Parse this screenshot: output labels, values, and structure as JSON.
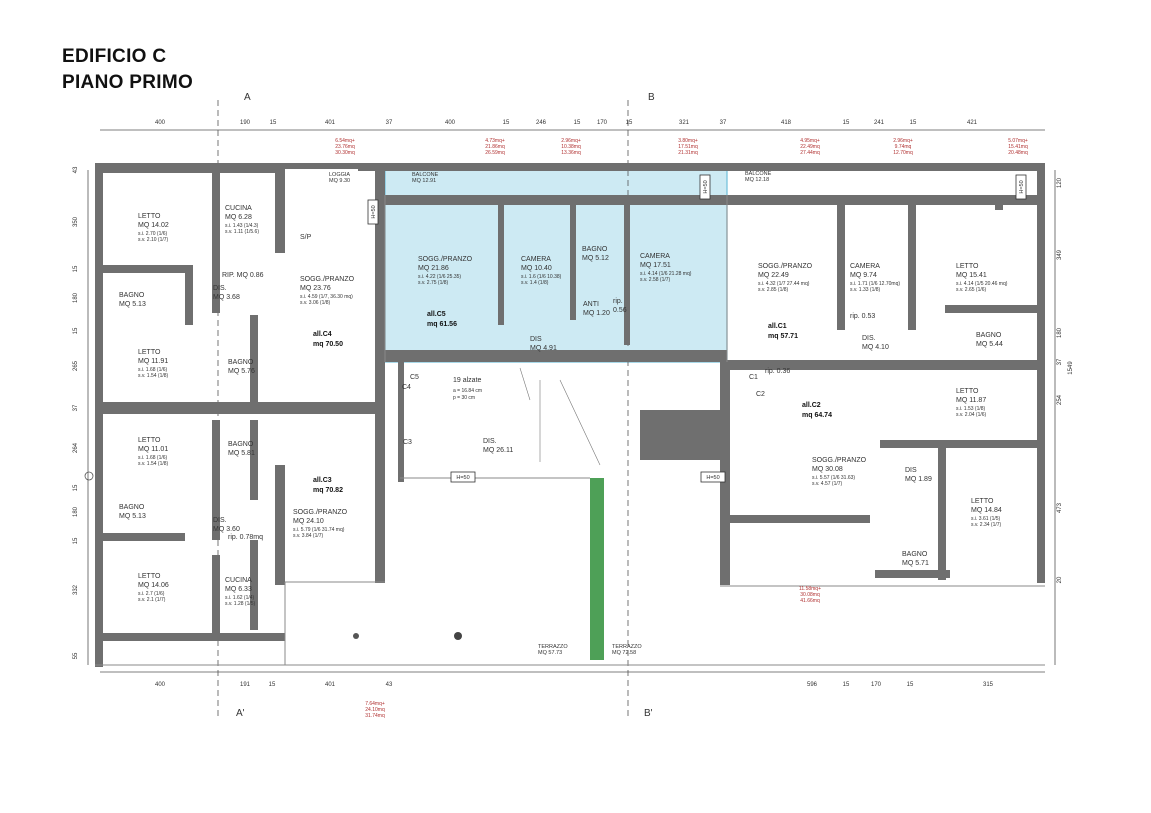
{
  "header": {
    "title_line1": "EDIFICIO C",
    "title_line2": "PIANO PRIMO"
  },
  "section_markers": {
    "a_top": "A",
    "b_top": "B",
    "a_bottom": "A'",
    "b_bottom": "B'"
  },
  "dims_top": [
    "400",
    "190",
    "15",
    "401",
    "37",
    "400",
    "15",
    "246",
    "15",
    "170",
    "15",
    "321",
    "37",
    "418",
    "15",
    "241",
    "15",
    "421"
  ],
  "dims_bottom": [
    "400",
    "191",
    "15",
    "401",
    "43",
    "596",
    "15",
    "170",
    "15",
    "315"
  ],
  "dims_left": [
    "43",
    "350",
    "15",
    "180",
    "15",
    "265",
    "37",
    "264",
    "15",
    "180",
    "15",
    "332",
    "55"
  ],
  "dims_right": [
    "120",
    "349",
    "180",
    "37",
    "254",
    "473",
    "20",
    "1549"
  ],
  "rooms": [
    {
      "name": "LETTO",
      "area": "MQ 14.02",
      "notes": [
        "s.i. 2.70 (1/6)",
        "s.v. 2.10 (1/7)"
      ]
    },
    {
      "name": "CUCINA",
      "area": "MQ 6.28",
      "notes": [
        "s.i. 1.43 (1/4.3)",
        "s.v. 1.11 (1/5.6)"
      ]
    },
    {
      "name": "BAGNO",
      "area": "MQ 5.13",
      "notes": []
    },
    {
      "name": "DIS.",
      "area": "MQ 3.68",
      "notes": []
    },
    {
      "name": "RIP. MQ 0.86",
      "area": "",
      "notes": []
    },
    {
      "name": "S/P",
      "area": "",
      "notes": []
    },
    {
      "name": "SOGG./PRANZO",
      "area": "MQ 23.76",
      "notes": [
        "s.i. 4.59 (1/7,  36.30 mq)",
        "s.v. 3.06 (1/8)"
      ]
    },
    {
      "name": "LETTO",
      "area": "MQ 11.91",
      "notes": [
        "s.i. 1.68 (1/6)",
        "s.v. 1.54 (1/8)"
      ]
    },
    {
      "name": "BAGNO",
      "area": "MQ 5.76",
      "notes": []
    },
    {
      "name": "LETTO",
      "area": "MQ 11.01",
      "notes": [
        "s.i. 1.68 (1/6)",
        "s.v. 1.54 (1/8)"
      ]
    },
    {
      "name": "BAGNO",
      "area": "MQ 5.81",
      "notes": []
    },
    {
      "name": "BAGNO",
      "area": "MQ 5.13",
      "notes": []
    },
    {
      "name": "DIS.",
      "area": "MQ 3.60",
      "notes": []
    },
    {
      "name": "rip. 0.78mq",
      "area": "",
      "notes": []
    },
    {
      "name": "SOGG./PRANZO",
      "area": "MQ 24.10",
      "notes": [
        "s.i. 5.79 (1/6  31.74 mq)",
        "s.v. 3.84 (1/7)"
      ]
    },
    {
      "name": "LETTO",
      "area": "MQ 14.06",
      "notes": [
        "s.i. 2.7 (1/6)",
        "s.v. 2.1 (1/7)"
      ]
    },
    {
      "name": "CUCINA",
      "area": "MQ 6.33",
      "notes": [
        "s.i. 1.62 (1/4)",
        "s.v. 1.28 (1/5)"
      ]
    },
    {
      "name": "SOGG./PRANZO",
      "area": "MQ 21.86",
      "notes": [
        "s.i. 4.22 (1/6  25.35)",
        "s.v. 2.75 (1/8)"
      ]
    },
    {
      "name": "CAMERA",
      "area": "MQ 10.40",
      "notes": [
        "s.i. 1.6 (1/6  10.38)",
        "s.v. 1.4 (1/8)"
      ]
    },
    {
      "name": "BAGNO",
      "area": "MQ 5.12",
      "notes": []
    },
    {
      "name": "ANTI",
      "area": "MQ 1.20",
      "notes": []
    },
    {
      "name": "rip.",
      "area": "0.56",
      "notes": []
    },
    {
      "name": "CAMERA",
      "area": "MQ 17.51",
      "notes": [
        "s.i. 4.14 (1/6  21.28 mq)",
        "s.v. 2.58 (1/7)"
      ]
    },
    {
      "name": "DIS",
      "area": "MQ 4.91",
      "notes": []
    },
    {
      "name": "SOGG./PRANZO",
      "area": "MQ 22.49",
      "notes": [
        "s.i. 4.32 (1/7  27.44 mq)",
        "s.v. 2.85 (1/8)"
      ]
    },
    {
      "name": "CAMERA",
      "area": "MQ 9.74",
      "notes": [
        "s.i. 1.71 (1/6  12.70mq)",
        "s.v. 1.33 (1/8)"
      ]
    },
    {
      "name": "LETTO",
      "area": "MQ 15.41",
      "notes": [
        "s.i. 4.14 (1/5  20.46 mq)",
        "s.v. 2.65 (1/6)"
      ]
    },
    {
      "name": "rip. 0.53",
      "area": "",
      "notes": []
    },
    {
      "name": "DIS.",
      "area": "MQ 4.10",
      "notes": []
    },
    {
      "name": "BAGNO",
      "area": "MQ 5.44",
      "notes": []
    },
    {
      "name": "rip. 0.36",
      "area": "",
      "notes": []
    },
    {
      "name": "LETTO",
      "area": "MQ 11.87",
      "notes": [
        "s.i. 1.53 (1/8)",
        "s.v. 2.04 (1/6)"
      ]
    },
    {
      "name": "SOGG./PRANZO",
      "area": "MQ 30.08",
      "notes": [
        "s.i. 5.57 (1/6  31.63)",
        "s.v. 4.57 (1/7)"
      ]
    },
    {
      "name": "DIS",
      "area": "MQ 1.89",
      "notes": []
    },
    {
      "name": "LETTO",
      "area": "MQ 14.84",
      "notes": [
        "s.i. 3.61 (1/5)",
        "s.v. 2.34 (1/7)"
      ]
    },
    {
      "name": "BAGNO",
      "area": "MQ 5.71",
      "notes": []
    },
    {
      "name": "DIS.",
      "area": "MQ 26.11",
      "notes": []
    }
  ],
  "outdoor": [
    {
      "name": "LOGGIA",
      "area": "MQ 9.30"
    },
    {
      "name": "BALCONE",
      "area": "MQ 12.91"
    },
    {
      "name": "BALCONE",
      "area": "MQ 12.18"
    },
    {
      "name": "TERRAZZO",
      "area": "MQ 57.73"
    },
    {
      "name": "TERRAZZO",
      "area": "MQ 72.58"
    }
  ],
  "units": [
    {
      "id": "all.C4",
      "area": "mq 70.50"
    },
    {
      "id": "all.C5",
      "area": "mq 61.56"
    },
    {
      "id": "all.C1",
      "area": "mq 57.71"
    },
    {
      "id": "all.C2",
      "area": "mq 64.74"
    },
    {
      "id": "all.C3",
      "area": "mq 70.82"
    }
  ],
  "unit_tags": [
    "C5",
    "C4",
    "C3",
    "C1",
    "C2"
  ],
  "stair": {
    "line1": "19 alzate",
    "line2": "a = 16.84 cm",
    "line3": "p = 30 cm"
  },
  "h_tags": [
    "H=50",
    "H=50",
    "H=50",
    "H=50",
    "H=50"
  ],
  "red_notes": [
    [
      "6.54mq+",
      "23.76mq",
      "30.30mq"
    ],
    [
      "4.73mq+",
      "21.86mq",
      "26.59mq"
    ],
    [
      "2.96mq+",
      "10.38mq",
      "13.36mq"
    ],
    [
      "3.80mq+",
      "17.51mq",
      "21.31mq"
    ],
    [
      "4.95mq+",
      "22.49mq",
      "27.44mq"
    ],
    [
      "2.96mq+",
      "9.74mq",
      "12.70mq"
    ],
    [
      "5.07mq+",
      "15.41mq",
      "20.48mq"
    ],
    [
      "11.58mq+",
      "30.08mq",
      "41.66mq"
    ],
    [
      "7.64mq+",
      "24.10mq",
      "31.74mq"
    ]
  ],
  "colors": {
    "wall": "#6f6f6f",
    "highlight_fill": "#cdeaf3",
    "highlight_stroke": "#6fbfd9",
    "green": "#2f8f3a",
    "red": "#b03030"
  }
}
